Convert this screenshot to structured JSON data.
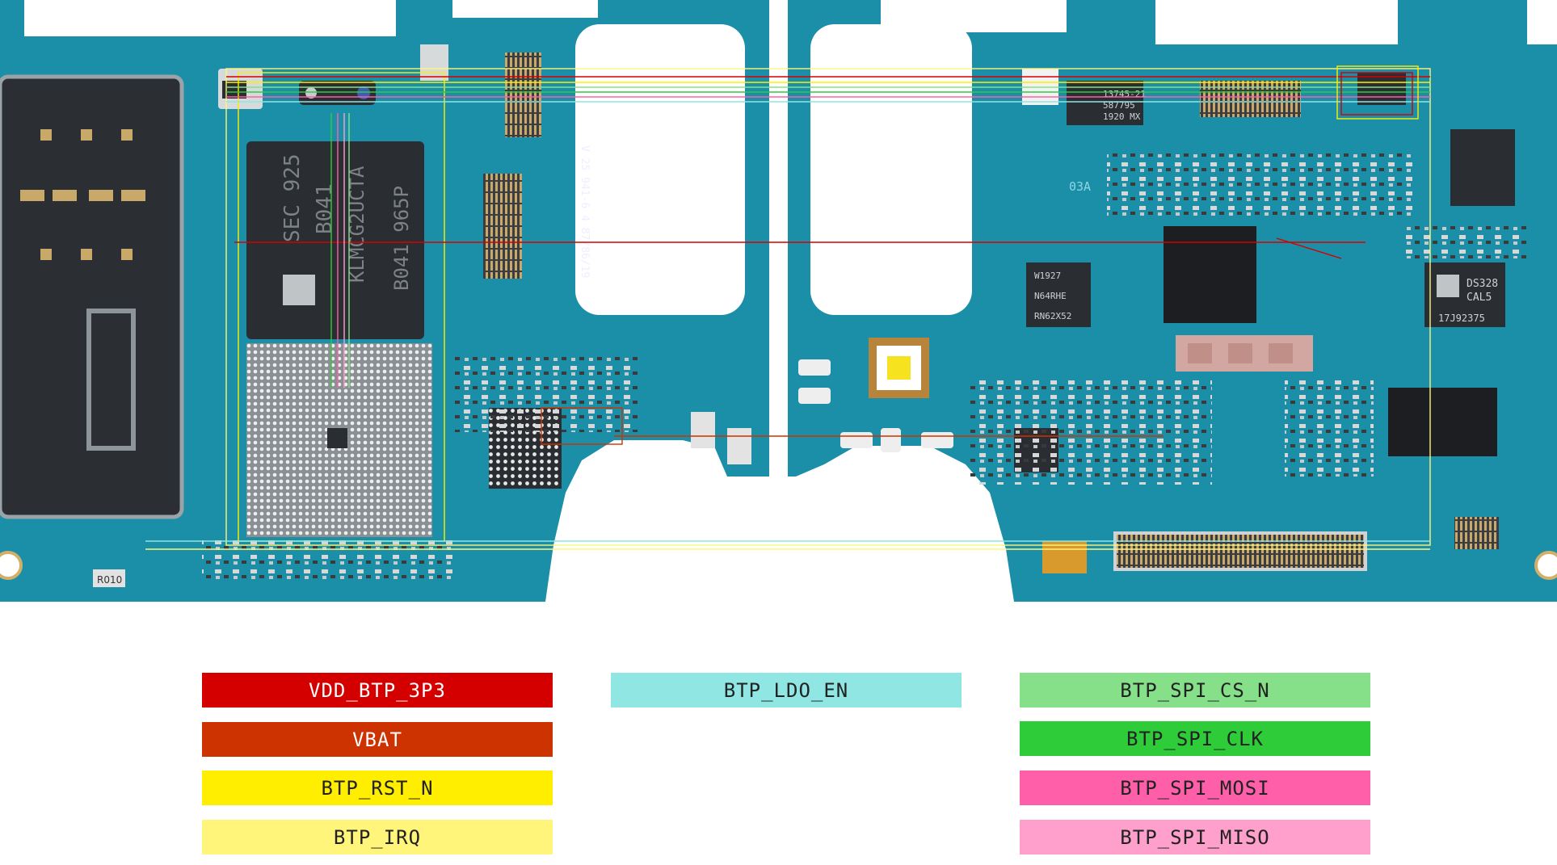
{
  "colors": {
    "pcb": "#1b8fa8",
    "pcb_dark": "#147b90",
    "chip": "#2a2d31",
    "shield_white": "#f4f6f7"
  },
  "legend": [
    {
      "label": "VDD_BTP_3P3",
      "bg": "#d40000",
      "fg": "#ffffff"
    },
    {
      "label": "VBAT",
      "bg": "#cc3300",
      "fg": "#ffffff"
    },
    {
      "label": "BTP_RST_N",
      "bg": "#ffee00",
      "fg": "#222222"
    },
    {
      "label": "BTP_IRQ",
      "bg": "#fff57a",
      "fg": "#222222"
    },
    {
      "label": "BTP_LDO_EN",
      "bg": "#8fe6e2",
      "fg": "#222222"
    },
    {
      "label": "BTP_SPI_CS_N",
      "bg": "#86e08a",
      "fg": "#222222"
    },
    {
      "label": "BTP_SPI_CLK",
      "bg": "#2fcc3a",
      "fg": "#222222"
    },
    {
      "label": "BTP_SPI_MOSI",
      "bg": "#ff5fa8",
      "fg": "#222222"
    },
    {
      "label": "BTP_SPI_MISO",
      "bg": "#ff9fcb",
      "fg": "#222222"
    }
  ],
  "chip_markings": {
    "memory_1": "SEC 925",
    "memory_2": "B041",
    "memory_3": "KLMCG2UCTA",
    "memory_4": "B041",
    "memory_5": "B041 965P",
    "pmic_1": "13745-21",
    "pmic_2": "587795",
    "pmic_3": "1920 MX",
    "ic_1": "W1927",
    "ic_2": "N64RHE",
    "ic_3": "RN62X52",
    "ic_4": "DS328",
    "ic_5": "CAL5",
    "ic_6": "17J92375",
    "silk_1": "03A",
    "silk_2": "R010",
    "silk_3": "V 25 941-6 4 87/86/19"
  }
}
